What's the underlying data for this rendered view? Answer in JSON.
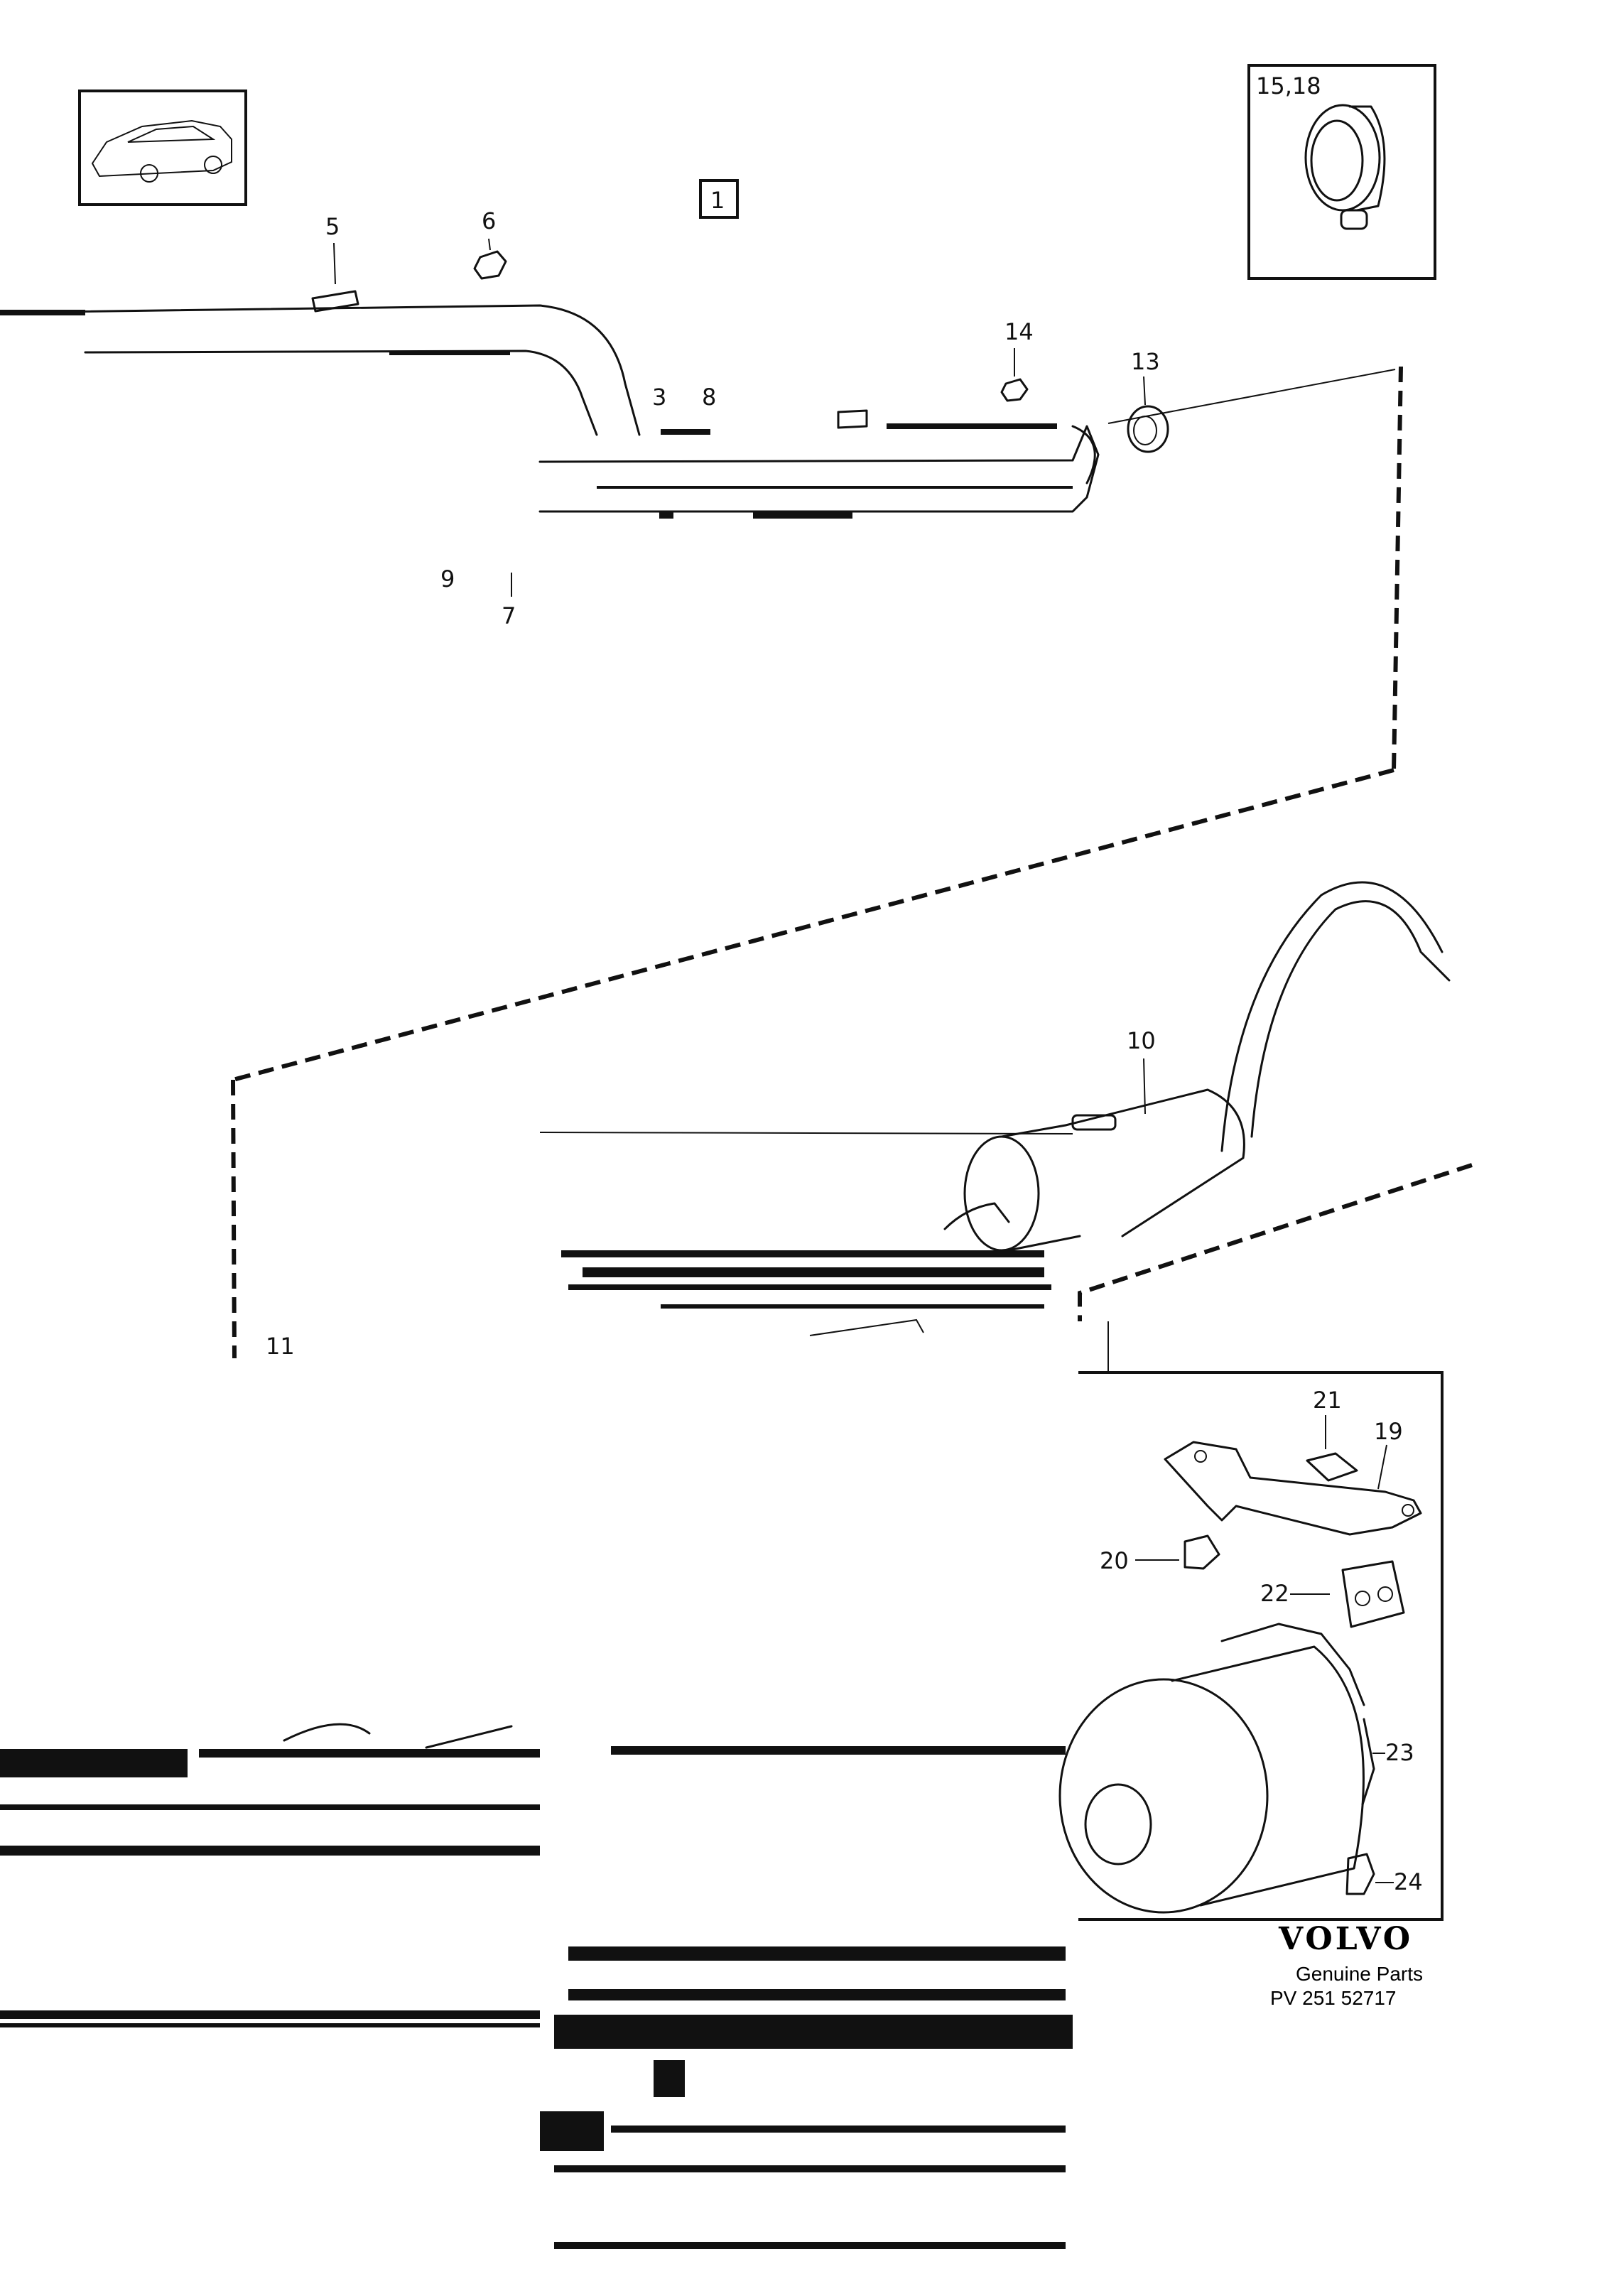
{
  "diagram": {
    "group_number": "1",
    "inset_top_label": "15,18",
    "callouts": {
      "c3": "3",
      "c5": "5",
      "c6": "6",
      "c7": "7",
      "c8": "8",
      "c9": "9",
      "c10": "10",
      "c11": "11",
      "c13": "13",
      "c14": "14",
      "c19": "19",
      "c20": "20",
      "c21": "21",
      "c22": "22",
      "c23": "23",
      "c24": "24"
    }
  },
  "branding": {
    "brand": "VOLVO",
    "tagline": "Genuine Parts",
    "catalog_number": "PV 251 52717"
  }
}
